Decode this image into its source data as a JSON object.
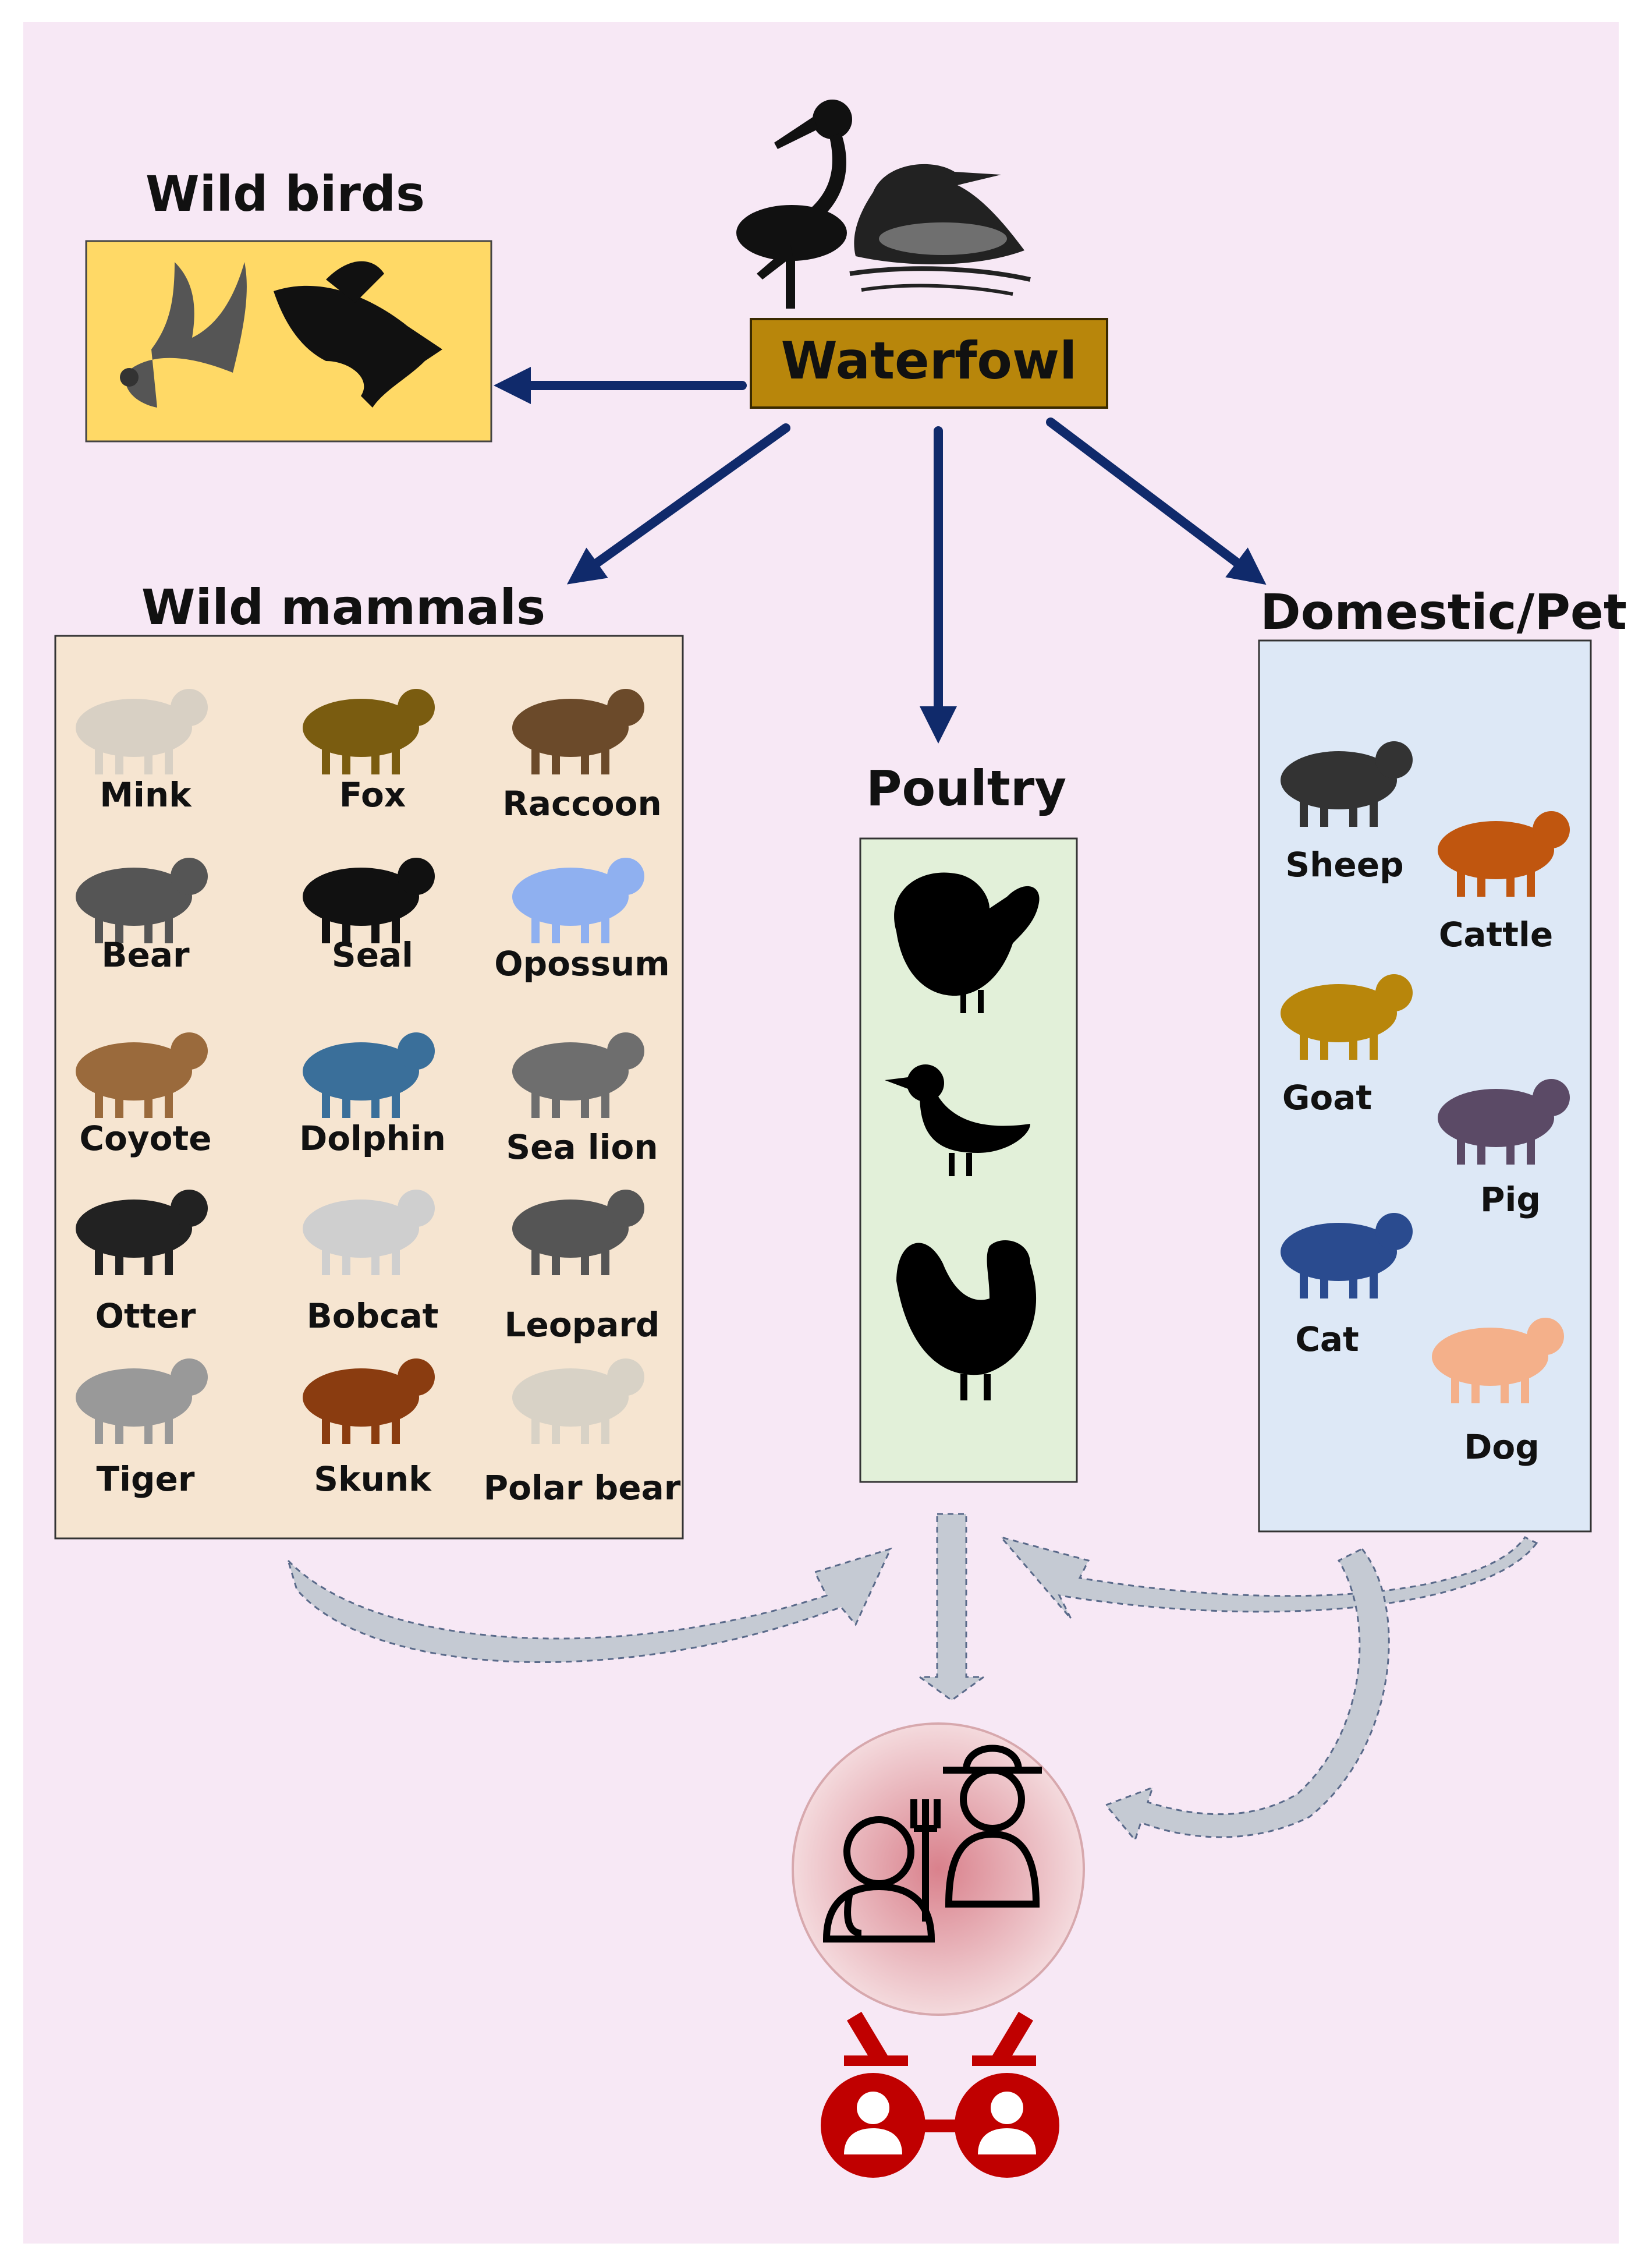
{
  "diagram": {
    "source": {
      "label": "Waterfowl",
      "icons": [
        "flamingo-icon",
        "loon-icon"
      ]
    },
    "groups": {
      "wild_birds": {
        "heading": "Wild birds",
        "icons": [
          "duck-icon",
          "eagle-icon"
        ]
      },
      "wild_mammals": {
        "heading": "Wild mammals",
        "animals": [
          "Mink",
          "Fox",
          "Raccoon",
          "Bear",
          "Seal",
          "Opossum",
          "Coyote",
          "Dolphin",
          "Sea lion",
          "Otter",
          "Bobcat",
          "Leopard",
          "Tiger",
          "Skunk",
          "Polar bear"
        ]
      },
      "poultry": {
        "heading": "Poultry",
        "icons": [
          "turkey-icon",
          "duck-icon",
          "chicken-icon"
        ]
      },
      "domestic_pet": {
        "heading": "Domestic/Pet",
        "animals": [
          "Sheep",
          "Cattle",
          "Goat",
          "Pig",
          "Cat",
          "Dog"
        ]
      }
    },
    "humans": {
      "icons": [
        "doctor-icon",
        "farmer-icon",
        "person-to-person-icon"
      ]
    },
    "colors": {
      "background": "#f7e8f5",
      "arrow": "#102a6b",
      "waterfowl_box": "#b8860b",
      "wild_birds_box": "#ffd966",
      "wild_mammals_box": "#f6e5d1",
      "poultry_box": "#e2f0d9",
      "domestic_box": "#dde8f6",
      "human_circle": "#e8b7bd",
      "person_to_person": "#c00000"
    }
  }
}
